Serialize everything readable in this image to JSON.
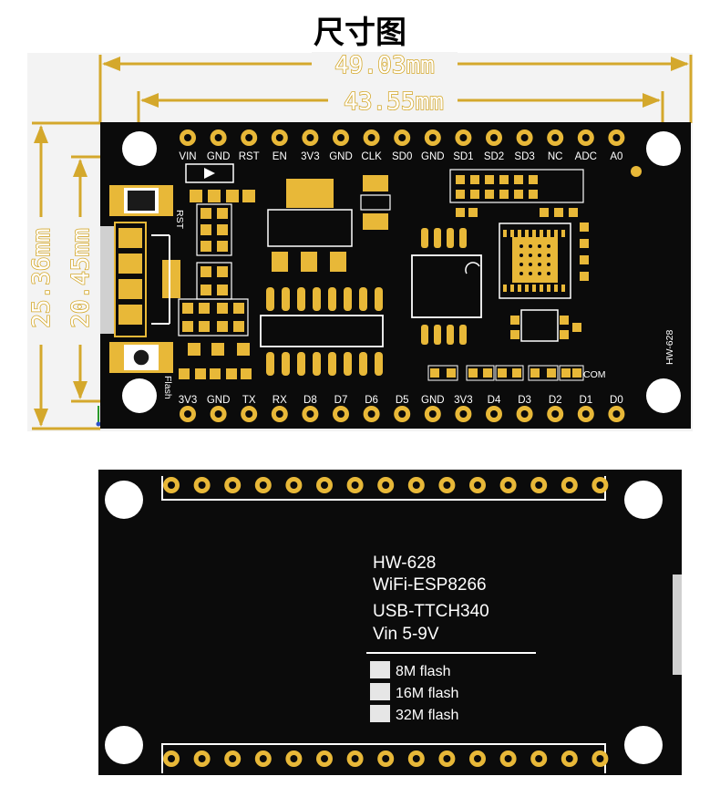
{
  "title": "尺寸图",
  "dimensions": {
    "overall_length": "49.03mm",
    "pin_span_length": "43.55mm",
    "overall_width": "25.36mm",
    "pin_row_width": "20.45mm"
  },
  "front": {
    "top_pins": [
      "VIN",
      "GND",
      "RST",
      "EN",
      "3V3",
      "GND",
      "CLK",
      "SD0",
      "GND",
      "SD1",
      "SD2",
      "SD3",
      "NC",
      "ADC",
      "A0"
    ],
    "bottom_pins": [
      "3V3",
      "GND",
      "TX",
      "RX",
      "D8",
      "D7",
      "D6",
      "D5",
      "GND",
      "3V3",
      "D4",
      "D3",
      "D2",
      "D1",
      "D0"
    ],
    "rst_label": "RST",
    "flash_label": "Flash",
    "com_label": "COM",
    "board_id": "HW-628"
  },
  "back": {
    "lines": [
      "HW-628",
      "WiFi-ESP8266",
      "USB-TTCH340",
      "Vin 5-9V"
    ],
    "flash_options": [
      "8M flash",
      "16M flash",
      "32M flash"
    ]
  },
  "colors": {
    "board": "#0b0b0b",
    "gold": "#e8b838",
    "dimension": "#d4a82c",
    "silkscreen": "#ffffff"
  }
}
